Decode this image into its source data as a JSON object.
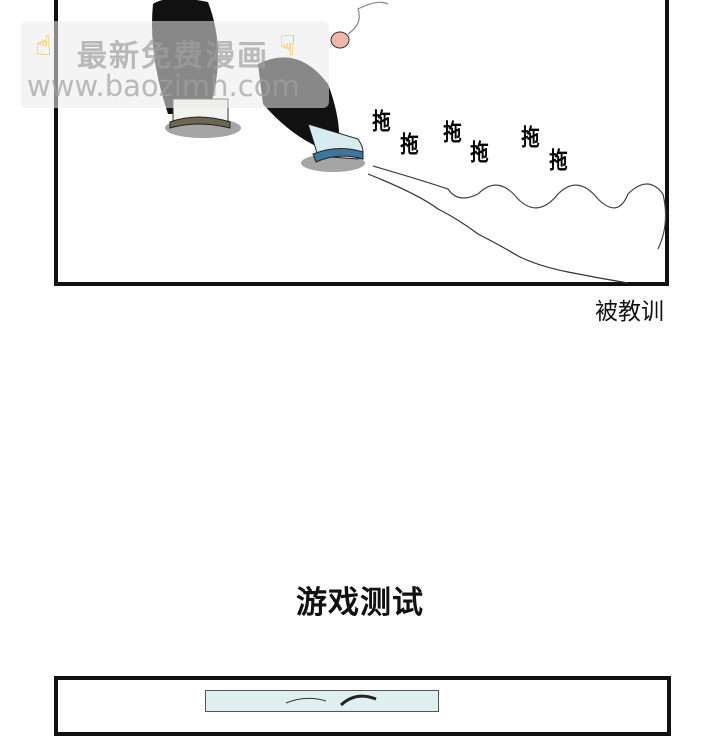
{
  "panel1": {
    "sfx": [
      "拖",
      "拖",
      "拖",
      "拖",
      "拖",
      "拖"
    ],
    "caption": "被教训"
  },
  "watermark": {
    "line1": "最新免费漫画",
    "line2": "www.baozimh.com",
    "icon": "pointing-hand-icon"
  },
  "section_title": "游戏测试"
}
